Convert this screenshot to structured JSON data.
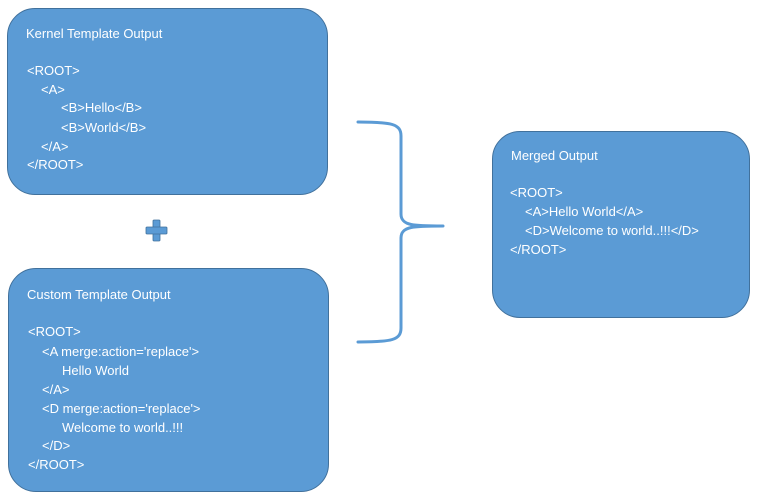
{
  "kernel": {
    "title": "Kernel Template Output",
    "lines": [
      "<ROOT>",
      "<A>",
      "<B>Hello</B>",
      "<B>World</B>",
      "</A>",
      "</ROOT>"
    ]
  },
  "custom": {
    "title": "Custom Template Output",
    "lines": [
      "<ROOT>",
      "<A merge:action='replace'>",
      "Hello World",
      "</A>",
      "<D merge:action='replace'>",
      "Welcome to world..!!!",
      "</D>",
      "</ROOT>"
    ]
  },
  "merged": {
    "title": "Merged Output",
    "lines": [
      "<ROOT>",
      "<A>Hello World</A>",
      "<D>Welcome to world..!!!</D>",
      "</ROOT>"
    ]
  },
  "colors": {
    "box_fill": "#5b9bd5",
    "box_border": "#41719c",
    "text": "#ffffff",
    "connector": "#5b9bd5"
  }
}
